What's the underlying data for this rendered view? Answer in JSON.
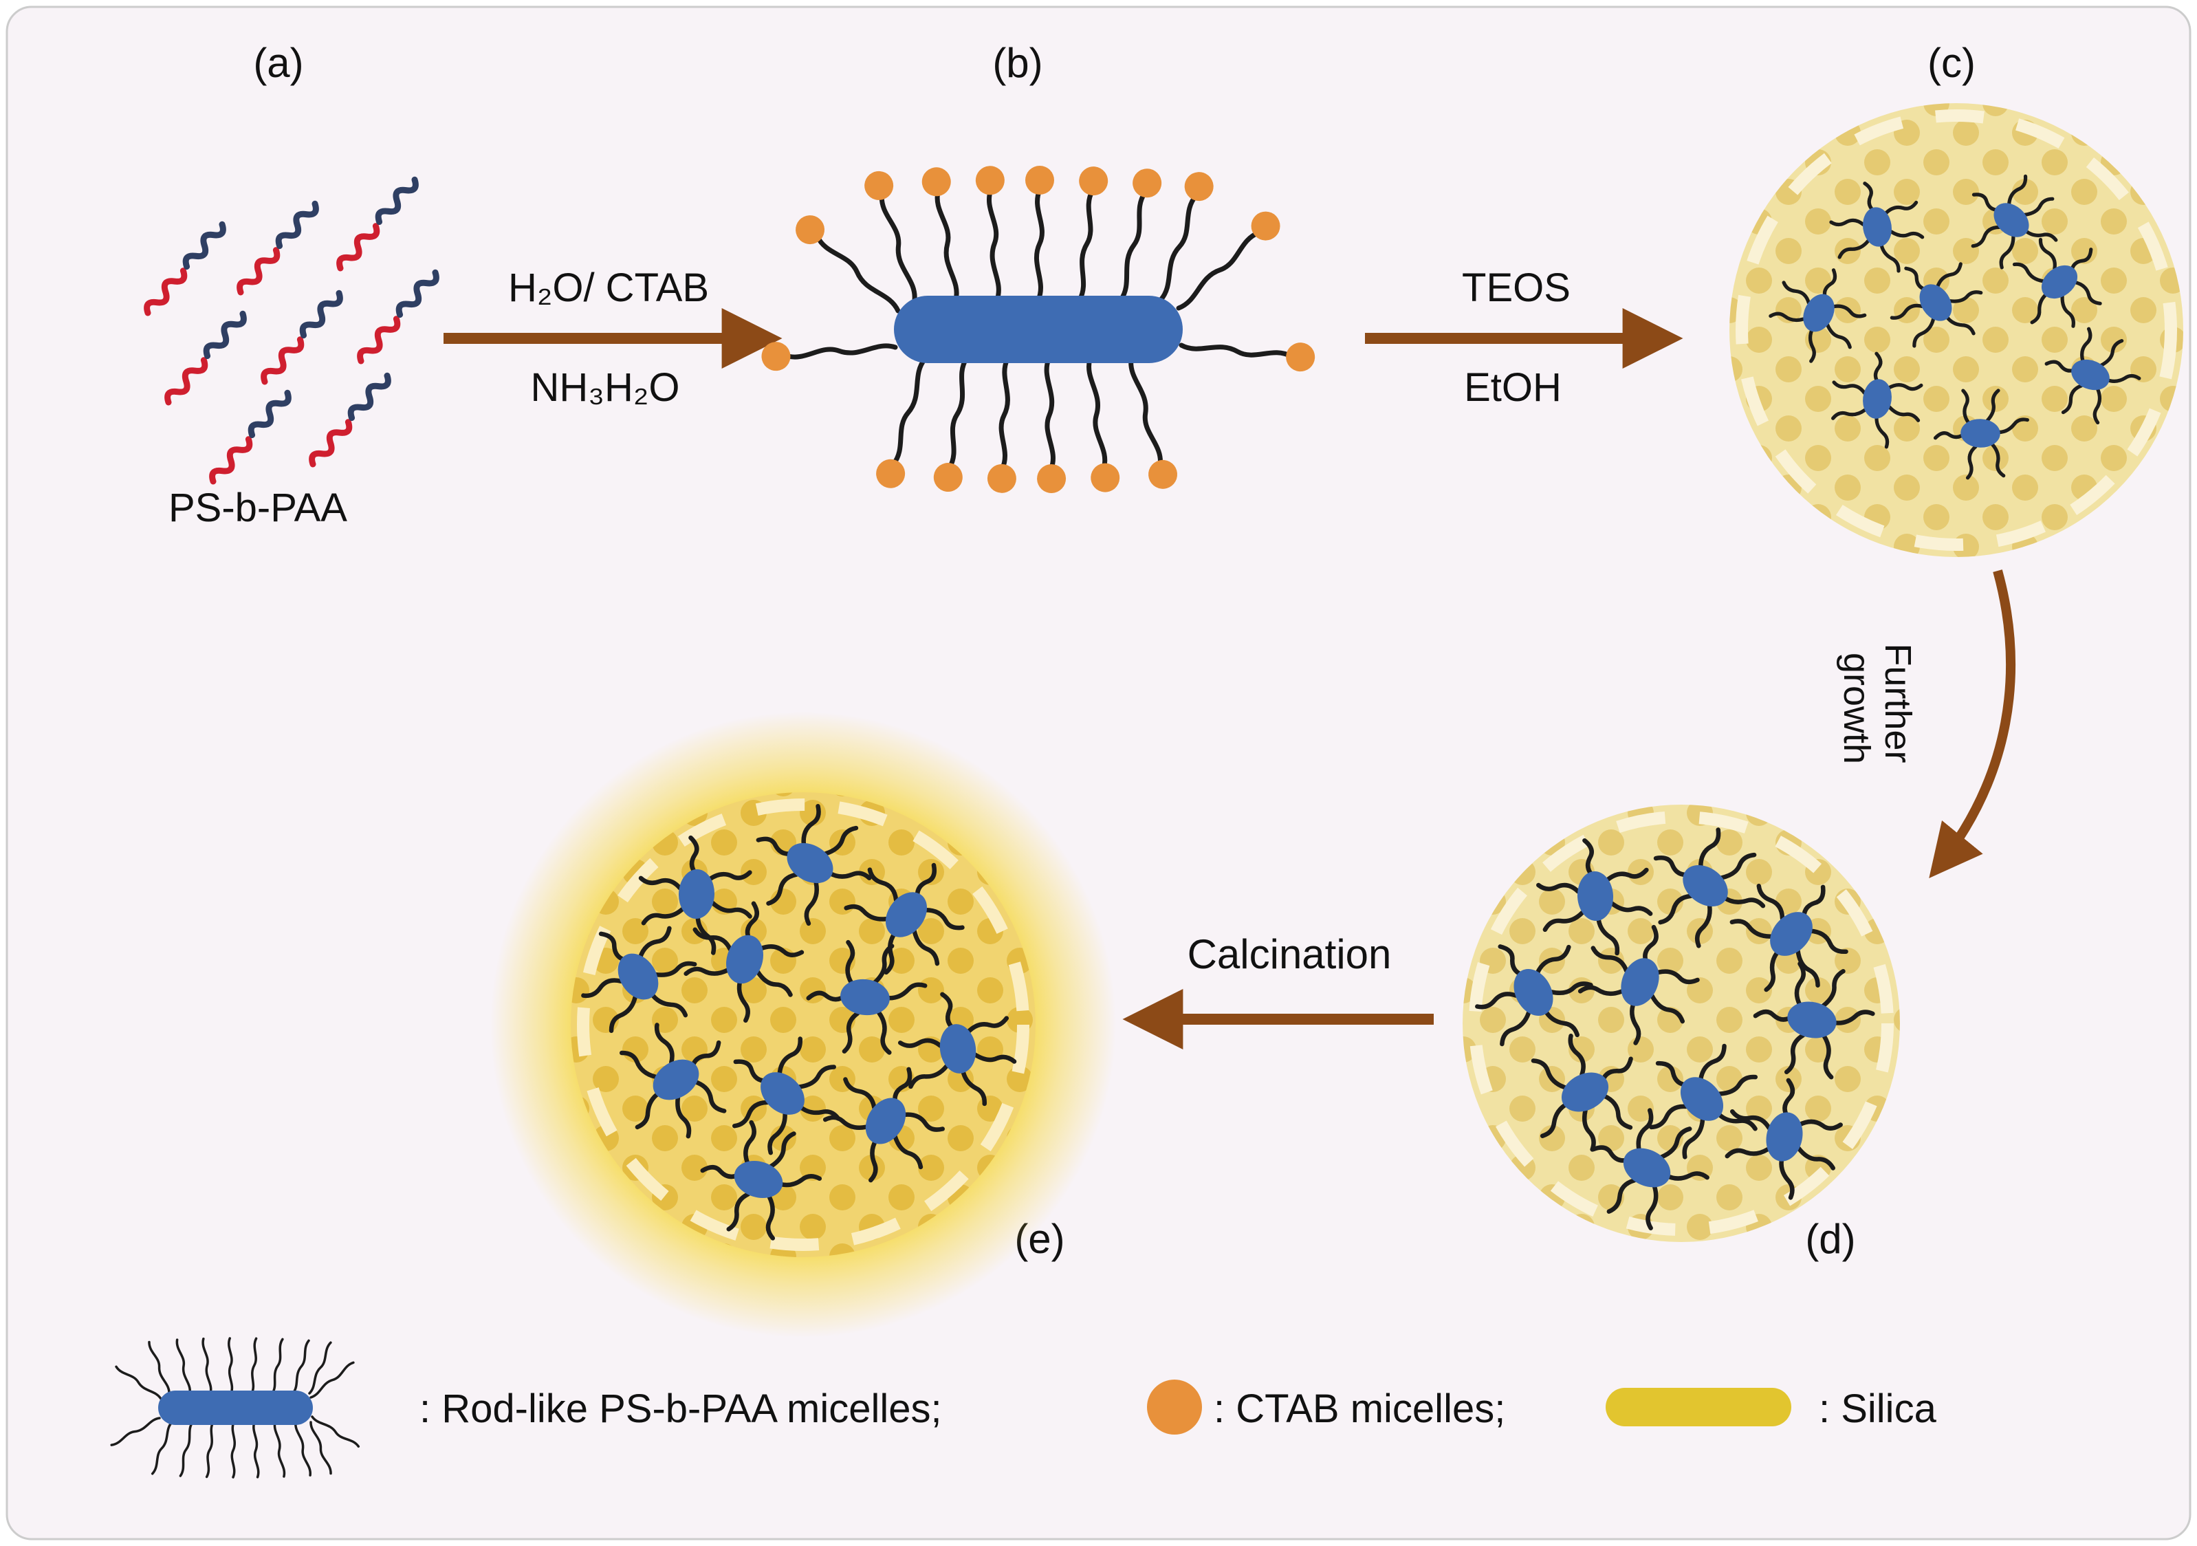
{
  "figure": {
    "panel_labels": {
      "a": "(a)",
      "b": "(b)",
      "c": "(c)",
      "d": "(d)",
      "e": "(e)"
    },
    "molecule_label": "PS-b-PAA",
    "steps": {
      "step1": {
        "top": "H₂O/ CTAB",
        "bottom": "NH₃H₂O"
      },
      "step2": {
        "top": "TEOS",
        "bottom": "EtOH"
      },
      "step3": {
        "line1": "Further",
        "line2": "growth"
      },
      "step4": {
        "label": "Calcination"
      }
    },
    "legend": {
      "rod": ": Rod-like PS-b-PAA micelles;",
      "ctab": ": CTAB micelles;",
      "silica": ": Silica"
    }
  },
  "colors": {
    "background": "#f8f3f7",
    "border": "#cccccc",
    "arrow_brown": "#8c4a17",
    "rod_blue": "#3e6cb3",
    "micelle_blue": "#3e6cb3",
    "ctab_orange": "#e8913b",
    "silica_yellow": "#e2c52f",
    "sphere_fill": "#f1e2a3",
    "sphere_dots": "#e5ca72",
    "sphere_bright_fill": "#f1d470",
    "sphere_bright_dots": "#e4bc42",
    "chain_red": "#cf1f2f",
    "chain_navy": "#2f3f63",
    "glow_yellow": "#f6d94a",
    "text": "#111111"
  }
}
